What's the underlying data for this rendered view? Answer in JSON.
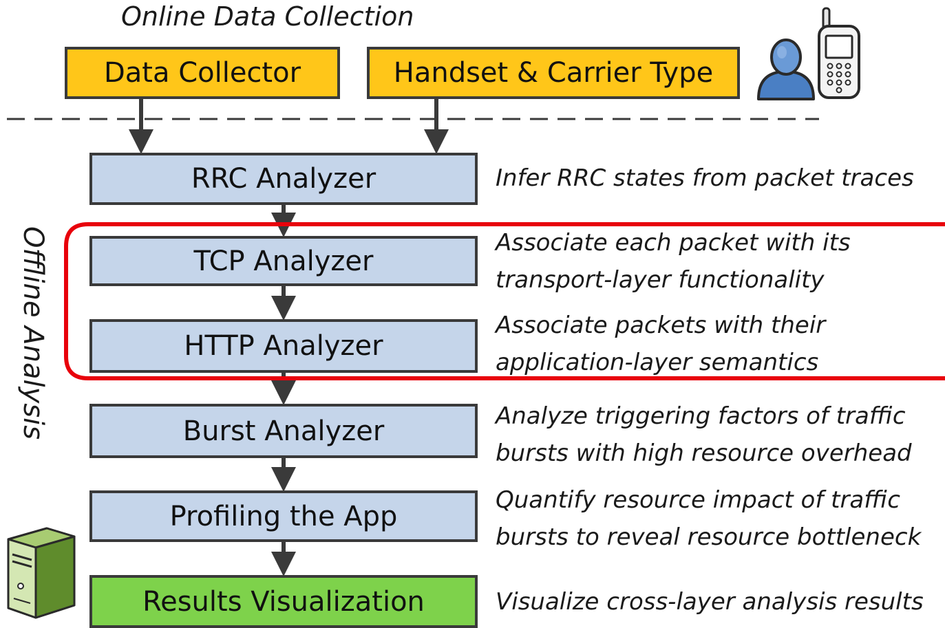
{
  "online_title": "Online Data Collection",
  "offline_label": "Offline Analysis",
  "top_boxes": {
    "data_collector": "Data Collector",
    "handset_carrier": "Handset & Carrier Type"
  },
  "modules": [
    {
      "label": "RRC Analyzer",
      "description": [
        "Infer RRC states from packet traces"
      ]
    },
    {
      "label": "TCP Analyzer",
      "description": [
        "Associate each packet with its",
        "transport-layer functionality"
      ]
    },
    {
      "label": "HTTP Analyzer",
      "description": [
        "Associate packets with their",
        "application-layer semantics"
      ]
    },
    {
      "label": "Burst Analyzer",
      "description": [
        "Analyze triggering factors of traffic",
        "bursts with high resource overhead"
      ]
    },
    {
      "label": "Profiling the App",
      "description": [
        "Quantify resource impact of traffic",
        "bursts to reveal resource bottleneck"
      ]
    },
    {
      "label": "Results Visualization",
      "description": [
        "Visualize cross-layer analysis results"
      ]
    }
  ],
  "icons": [
    "user-icon",
    "mobile-phone-icon",
    "server-icon"
  ],
  "colors": {
    "collector_fill": "#ffc619",
    "analyzer_fill": "#c5d5ea",
    "visualization_fill": "#7ed24b",
    "highlight": "#e8000b",
    "border": "#3a3a3a"
  }
}
